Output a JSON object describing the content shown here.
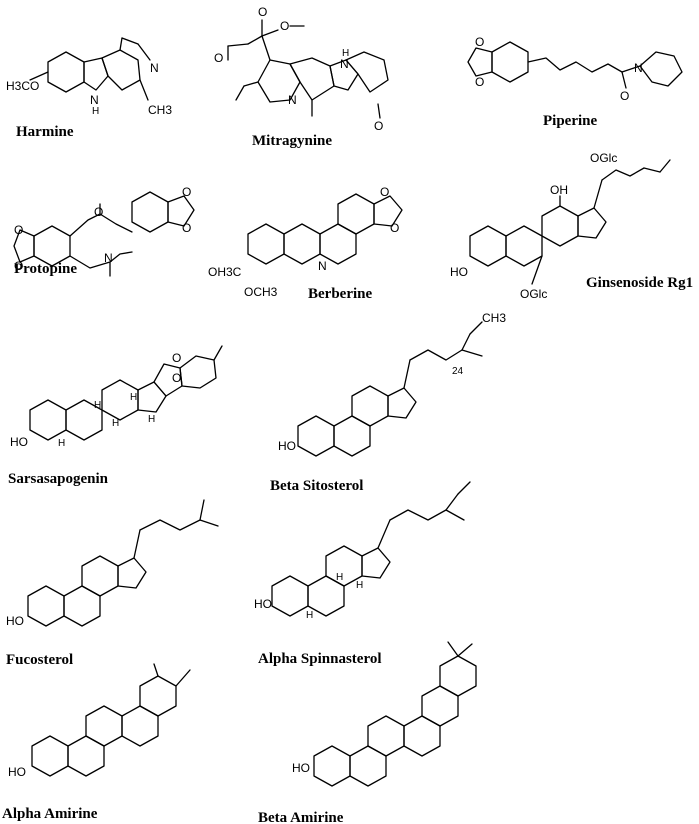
{
  "compounds": [
    {
      "name": "Harmine",
      "labels": [
        "H3CO",
        "N",
        "N",
        "H",
        "CH3"
      ]
    },
    {
      "name": "Mitragynine",
      "labels": [
        "O",
        "O",
        "O",
        "N",
        "H",
        "N",
        "O"
      ]
    },
    {
      "name": "Piperine",
      "labels": [
        "O",
        "O",
        "O",
        "N"
      ]
    },
    {
      "name": "Protopine",
      "labels": [
        "O",
        "O",
        "O",
        "O",
        "O",
        "N"
      ]
    },
    {
      "name": "Berberine",
      "labels": [
        "O",
        "O",
        "OH3C",
        "OCH3",
        "N"
      ]
    },
    {
      "name": "Ginsenoside Rg1",
      "labels": [
        "OGlc",
        "OH",
        "HO",
        "OGlc"
      ]
    },
    {
      "name": "Sarsasapogenin",
      "labels": [
        "O",
        "O",
        "HO",
        "H",
        "H",
        "H",
        "H",
        "H"
      ]
    },
    {
      "name": "Beta Sitosterol",
      "labels": [
        "CH3",
        "24",
        "HO"
      ]
    },
    {
      "name": "Fucosterol",
      "labels": [
        "HO"
      ]
    },
    {
      "name": "Alpha Spinnasterol",
      "labels": [
        "HO",
        "H",
        "H",
        "H"
      ]
    },
    {
      "name": "Alpha Amirine",
      "labels": [
        "HO"
      ]
    },
    {
      "name": "Beta Amirine",
      "labels": [
        "HO"
      ]
    }
  ]
}
